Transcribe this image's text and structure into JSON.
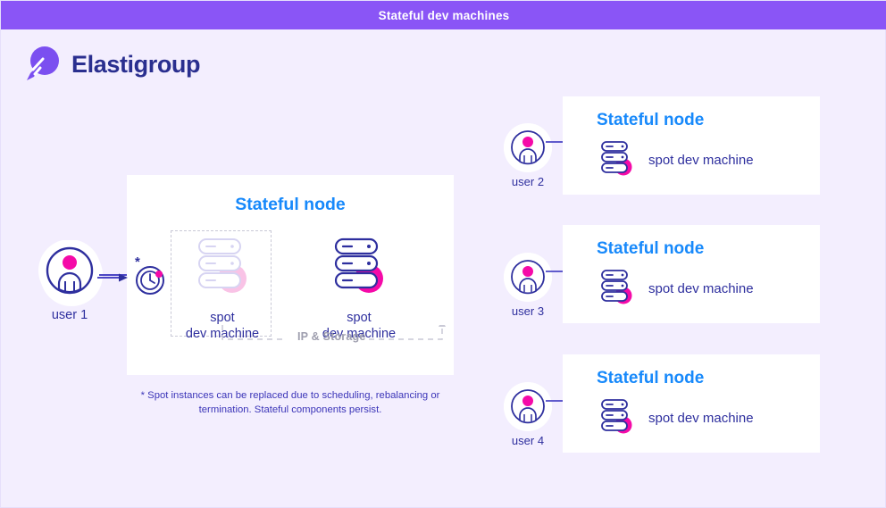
{
  "header": {
    "title": "Stateful dev machines"
  },
  "brand": {
    "name": "Elastigroup",
    "logo_icon": "elastigroup-comet-logo",
    "mark_color": "#7b4ff0",
    "text_color": "#2a2f8f"
  },
  "colors": {
    "background": "#f3eefe",
    "header_purple": "#8a55f6",
    "card_white": "#ffffff",
    "heading_blue": "#1789fb",
    "text_navy": "#2e2f9e",
    "accent_magenta": "#f50aa8",
    "accent_magenta_faded": "#f9c3e6",
    "muted_gray": "#9e9eae"
  },
  "main_node": {
    "title": "Stateful node",
    "machines": [
      {
        "label_line1": "spot",
        "label_line2": "dev machine",
        "state": "replaced",
        "icon": "server-stack-icon",
        "dot_icon": "status-dot-icon"
      },
      {
        "label_line1": "spot",
        "label_line2": "dev machine",
        "state": "active",
        "icon": "server-stack-icon",
        "dot_icon": "status-dot-icon"
      }
    ],
    "clock_icon": "clock-icon",
    "asterisk": "*",
    "connector_label": "IP & Storage"
  },
  "footnote": "* Spot instances can be replaced due to scheduling, rebalancing or termination. Stateful components persist.",
  "users": [
    {
      "label": "user 1",
      "icon": "user-avatar-icon"
    },
    {
      "label": "user 2",
      "icon": "user-avatar-icon"
    },
    {
      "label": "user 3",
      "icon": "user-avatar-icon"
    },
    {
      "label": "user 4",
      "icon": "user-avatar-icon"
    }
  ],
  "node_cards": [
    {
      "title": "Stateful node",
      "machine_label": "spot dev machine",
      "icon": "server-stack-icon"
    },
    {
      "title": "Stateful node",
      "machine_label": "spot dev machine",
      "icon": "server-stack-icon"
    },
    {
      "title": "Stateful node",
      "machine_label": "spot dev machine",
      "icon": "server-stack-icon"
    }
  ]
}
